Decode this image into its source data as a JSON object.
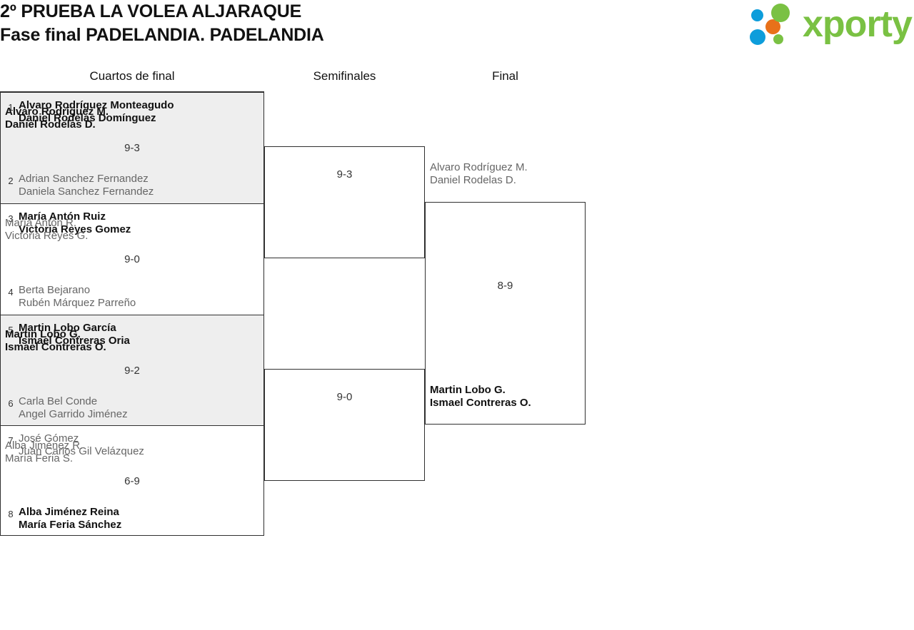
{
  "header": {
    "title_line1": "2º PRUEBA LA VOLEA ALJARAQUE",
    "title_line2": "Fase final PADELANDIA. PADELANDIA"
  },
  "logo": {
    "wordmark": "xporty",
    "green": "#7ac143",
    "orange": "#e8711a",
    "blue": "#0d9ddb"
  },
  "columns": [
    {
      "label": "Cuartos de final"
    },
    {
      "label": "Semifinales"
    },
    {
      "label": "Final"
    }
  ],
  "rounds": {
    "quarterfinals": [
      {
        "score": "9-3",
        "top": {
          "seed": "1",
          "p1": "Alvaro Rodríguez Monteagudo",
          "p2": "Daniel Rodelas Domínguez",
          "result": "winner"
        },
        "bottom": {
          "seed": "2",
          "p1": "Adrian Sanchez Fernandez",
          "p2": "Daniela Sanchez Fernandez",
          "result": "loser"
        }
      },
      {
        "score": "9-0",
        "top": {
          "seed": "3",
          "p1": "María Antón Ruiz",
          "p2": "Victoria Reyes Gomez",
          "result": "winner"
        },
        "bottom": {
          "seed": "4",
          "p1": "Berta Bejarano",
          "p2": "Rubén Márquez Parreño",
          "result": "loser"
        }
      },
      {
        "score": "9-2",
        "top": {
          "seed": "5",
          "p1": "Martin Lobo García",
          "p2": "Ismael Contreras Oria",
          "result": "winner"
        },
        "bottom": {
          "seed": "6",
          "p1": "Carla Bel Conde",
          "p2": "Angel Garrido Jiménez",
          "result": "loser"
        }
      },
      {
        "score": "6-9",
        "top": {
          "seed": "7",
          "p1": "José Gómez",
          "p2": "Juan Carlos Gil Velázquez",
          "result": "loser"
        },
        "bottom": {
          "seed": "8",
          "p1": "Alba Jiménez Reina",
          "p2": "María Feria Sánchez",
          "result": "winner"
        }
      }
    ],
    "semifinals": [
      {
        "score": "9-3",
        "top": {
          "p1": "Alvaro Rodríguez M.",
          "p2": "Daniel Rodelas D.",
          "result": "winner"
        },
        "bottom": {
          "p1": "María Antón R.",
          "p2": "Victoria Reyes G.",
          "result": "loser"
        }
      },
      {
        "score": "9-0",
        "top": {
          "p1": "Martin Lobo G.",
          "p2": "Ismael Contreras O.",
          "result": "winner"
        },
        "bottom": {
          "p1": "Alba Jiménez R.",
          "p2": "María Feria S.",
          "result": "loser"
        }
      }
    ],
    "final": [
      {
        "score": "8-9",
        "top": {
          "p1": "Alvaro Rodríguez M.",
          "p2": "Daniel Rodelas D.",
          "result": "loser"
        },
        "bottom": {
          "p1": "Martin Lobo G.",
          "p2": "Ismael Contreras O.",
          "result": "winner"
        }
      }
    ]
  }
}
